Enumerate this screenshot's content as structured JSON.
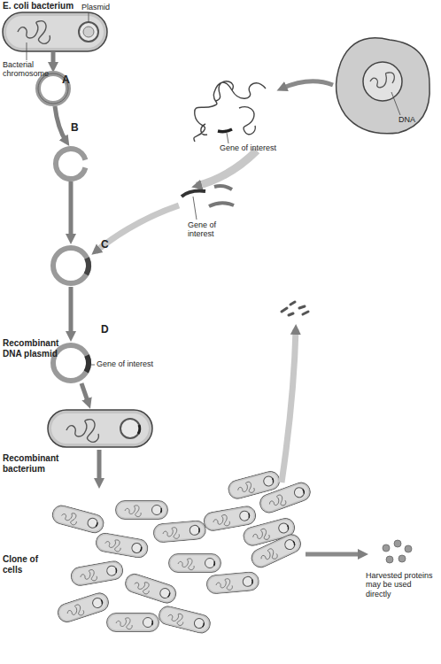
{
  "diagram": {
    "labels": [
      "E. coli bacterium",
      "Plasmid",
      "Bacterial chromosome",
      "A",
      "DNA",
      "Gene of interest",
      "B",
      "Gene of interest",
      "C",
      "D",
      "Recombinant DNA plasmid",
      "Gene of interest",
      "Recombinant bacterium",
      "Harvested proteins may be used directly",
      "Clone of cells"
    ]
  }
}
